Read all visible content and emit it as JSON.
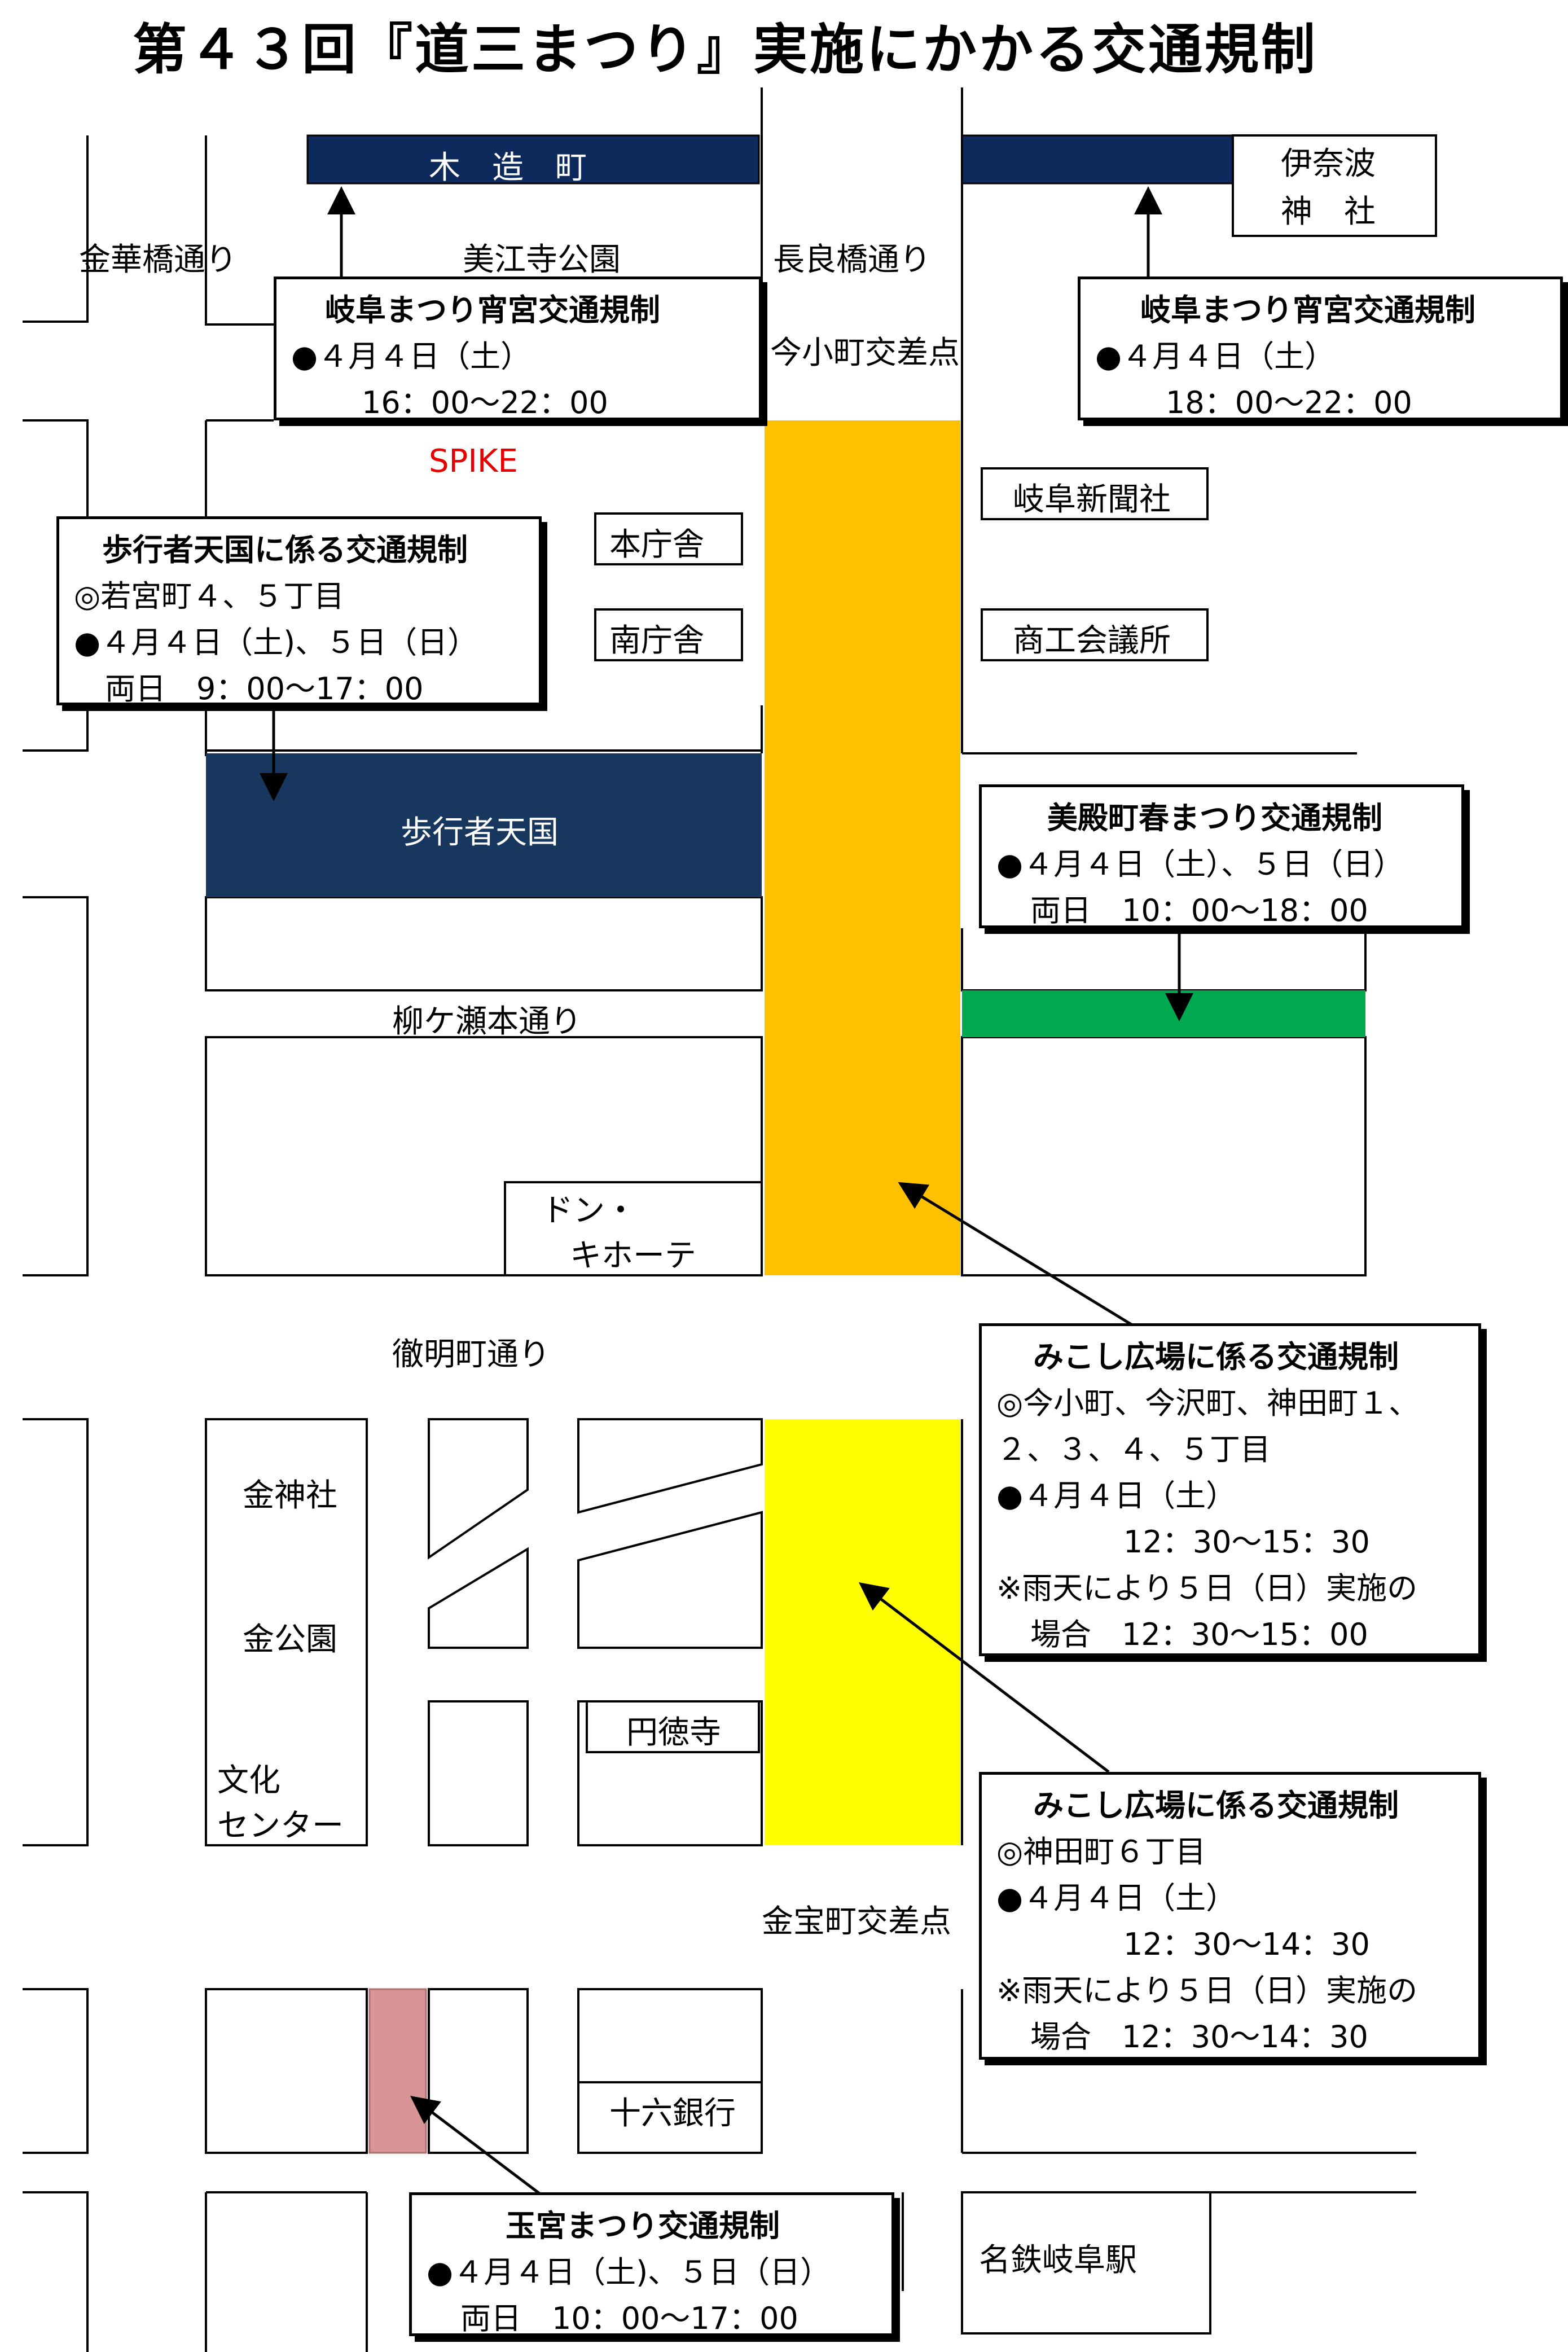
{
  "title": "第４３回『道三まつり』実施にかかる交通規制",
  "colors": {
    "navy": "#0e2a5c",
    "pedestrian": "#17375e",
    "orange": "#ffc000",
    "yellow": "#ffff00",
    "green": "#00a84f",
    "pink": "#d89595"
  },
  "roads": {
    "kinkabashi": "金華橋通り",
    "nagarabashi": "長良橋通り",
    "yanagase": "柳ケ瀬本通り",
    "tetsumeicho": "徹明町通り"
  },
  "intersections": {
    "imakomachi": "今小町交差点",
    "kanahoocho": "金宝町交差点"
  },
  "landmarks": {
    "mokuzo": "木　造　町",
    "inaba_l1": "伊奈波",
    "inaba_l2": "神　社",
    "bikoji": "美江寺公園",
    "spike": "SPIKE",
    "honchosha": "本庁舎",
    "minamichosha": "南庁舎",
    "gifu_shinbun": "岐阜新聞社",
    "shoko": "商工会議所",
    "pedestrian_zone": "歩行者天国",
    "donki_l1": "ドン・",
    "donki_l2": "キホーテ",
    "kanajinja": "金神社",
    "kinkoen": "金公園",
    "bunka_l1": "文化",
    "bunka_l2": "センター",
    "entokuji": "円徳寺",
    "juroku": "十六銀行",
    "meitetsu": "名鉄岐阜駅"
  },
  "callouts": {
    "yoimiya_left": {
      "title": "岐阜まつり宵宮交通規制",
      "date": "●４月４日（土）",
      "time": "16：00～22：00"
    },
    "yoimiya_right": {
      "title": "岐阜まつり宵宮交通規制",
      "date": "●４月４日（土）",
      "time": "18：00～22：00"
    },
    "hokosha": {
      "title": "歩行者天国に係る交通規制",
      "area": "◎若宮町４、５丁目",
      "date": "●４月４日（土)、５日（日）",
      "time": "両日　9：00～17：00"
    },
    "mitono": {
      "title": "美殿町春まつり交通規制",
      "date": "●４月４日（土）、５日（日）",
      "time": "両日　10：00～18：00"
    },
    "mikoshi1": {
      "title": "みこし広場に係る交通規制",
      "area1": "◎今小町、今沢町、神田町１、",
      "area2": "２、３、４、５丁目",
      "date": "●４月４日（土）",
      "time": "12：30～15：30",
      "rain1": "※雨天により５日（日）実施の",
      "rain2": "場合　12：30～15：00"
    },
    "mikoshi2": {
      "title": "みこし広場に係る交通規制",
      "area": "◎神田町６丁目",
      "date": "●４月４日（土）",
      "time": "12：30～14：30",
      "rain1": "※雨天により５日（日）実施の",
      "rain2": "場合　12：30～14：30"
    },
    "tamamiya": {
      "title": "玉宮まつり交通規制",
      "date": "●４月４日（土)、５日（日）",
      "time": "両日　10：00～17：00"
    }
  }
}
